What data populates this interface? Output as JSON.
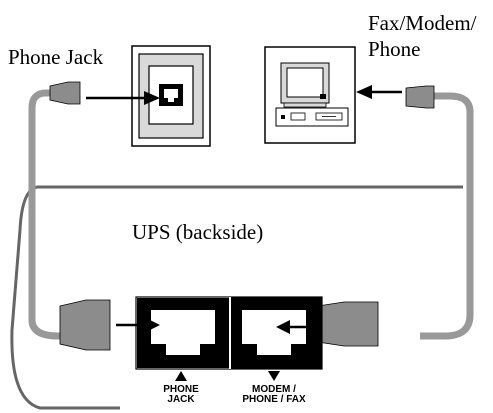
{
  "labels": {
    "phone_jack": "Phone Jack",
    "fax_modem_phone_line1": "Fax/Modem/",
    "fax_modem_phone_line2": "Phone",
    "ups": "UPS (backside)",
    "port_phone_jack_line1": "PHONE",
    "port_phone_jack_line2": "JACK",
    "port_modem_line1": "MODEM /",
    "port_modem_line2": "PHONE / FAX"
  },
  "colors": {
    "cable": "#999999",
    "connector": "#8c8c8c",
    "outline": "#000000",
    "panel": "#d9d9d9",
    "ups_edge": "#666666"
  },
  "icons": [
    "phone-jack-icon",
    "computer-icon",
    "rj11-connector-icon",
    "arrow-icon"
  ]
}
